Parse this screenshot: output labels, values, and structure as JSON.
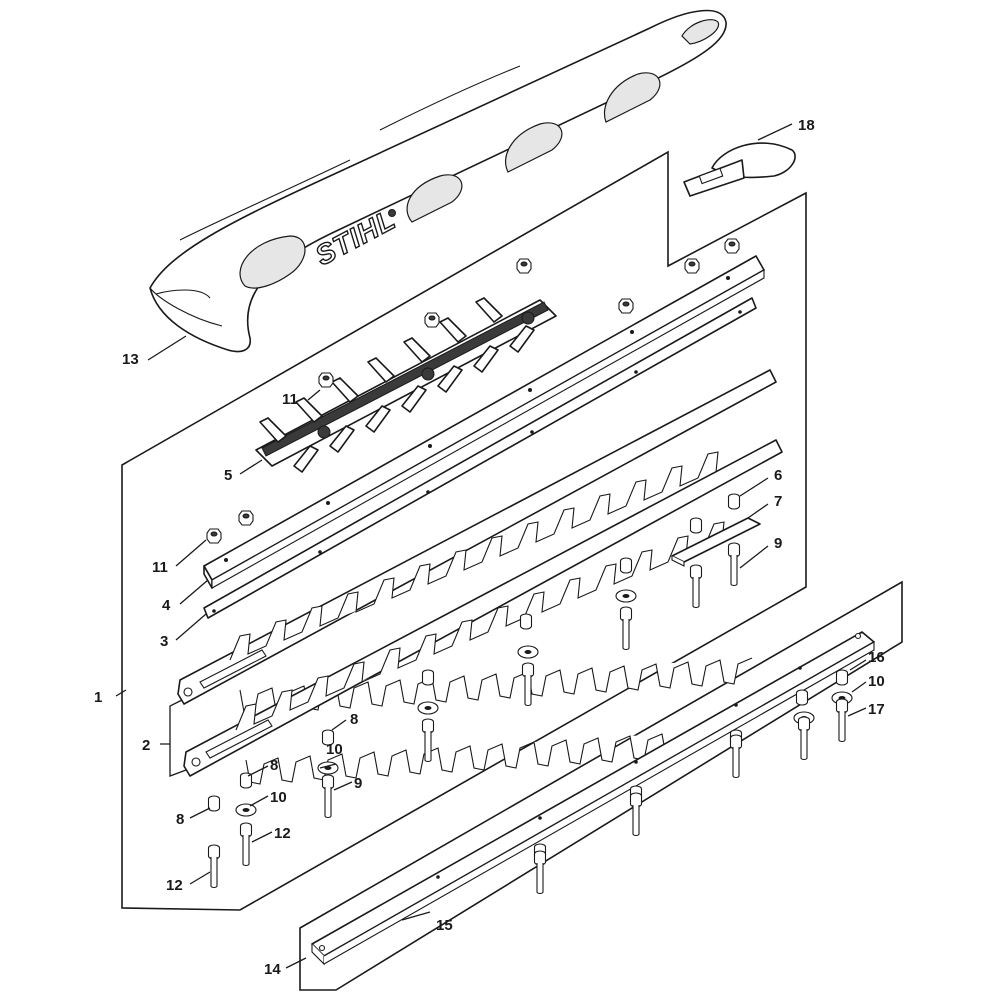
{
  "brand": {
    "logo_text": "STIHL"
  },
  "callouts": {
    "p1": "1",
    "p2": "2",
    "p3": "3",
    "p4": "4",
    "p5": "5",
    "p6": "6",
    "p7": "7",
    "p8a": "8",
    "p8b": "8",
    "p8c": "8",
    "p9a": "9",
    "p9b": "9",
    "p10a": "10",
    "p10b": "10",
    "p10c": "10",
    "p11a": "11",
    "p11b": "11",
    "p12a": "12",
    "p12b": "12",
    "p13": "13",
    "p14": "14",
    "p15": "15",
    "p16": "16",
    "p17": "17",
    "p18": "18"
  }
}
